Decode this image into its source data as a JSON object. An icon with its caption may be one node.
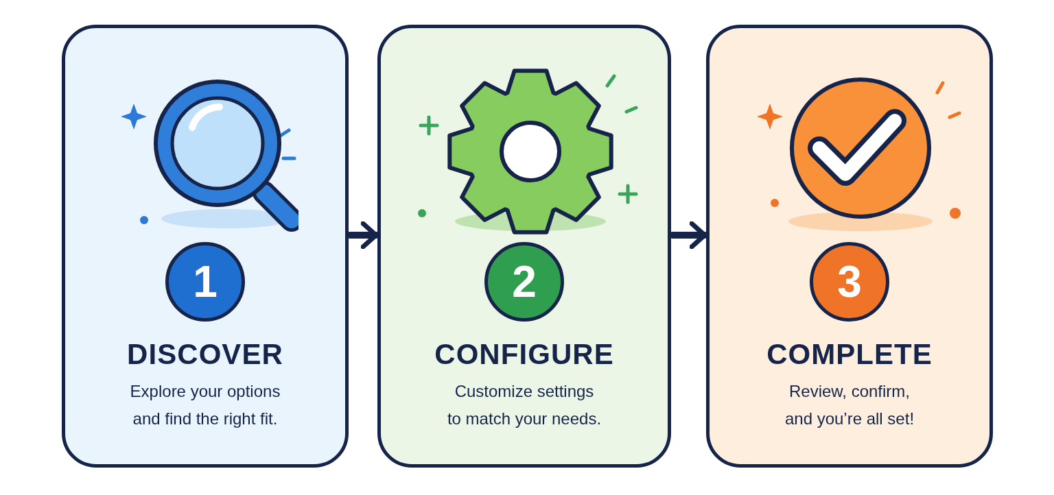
{
  "diagram": {
    "nodes": [
      {
        "text": [
          "DISCOVER",
          "Explore your options and find the right fit."
        ]
      },
      {
        "text": [
          "1"
        ],
        "in": 0
      },
      {
        "text": [
          "CONFIGURE",
          "Customize settings to match your needs."
        ]
      },
      {
        "text": [
          "2"
        ],
        "in": 2
      },
      {
        "text": [
          "COMPLETE",
          "Review, confirm, and you’re all set!"
        ]
      },
      {
        "text": [
          "3"
        ],
        "in": 4
      }
    ],
    "edges": [
      {
        "from": 0,
        "to": 2,
        "arrow": "to"
      },
      {
        "from": 2,
        "to": 4,
        "arrow": "to"
      }
    ]
  }
}
